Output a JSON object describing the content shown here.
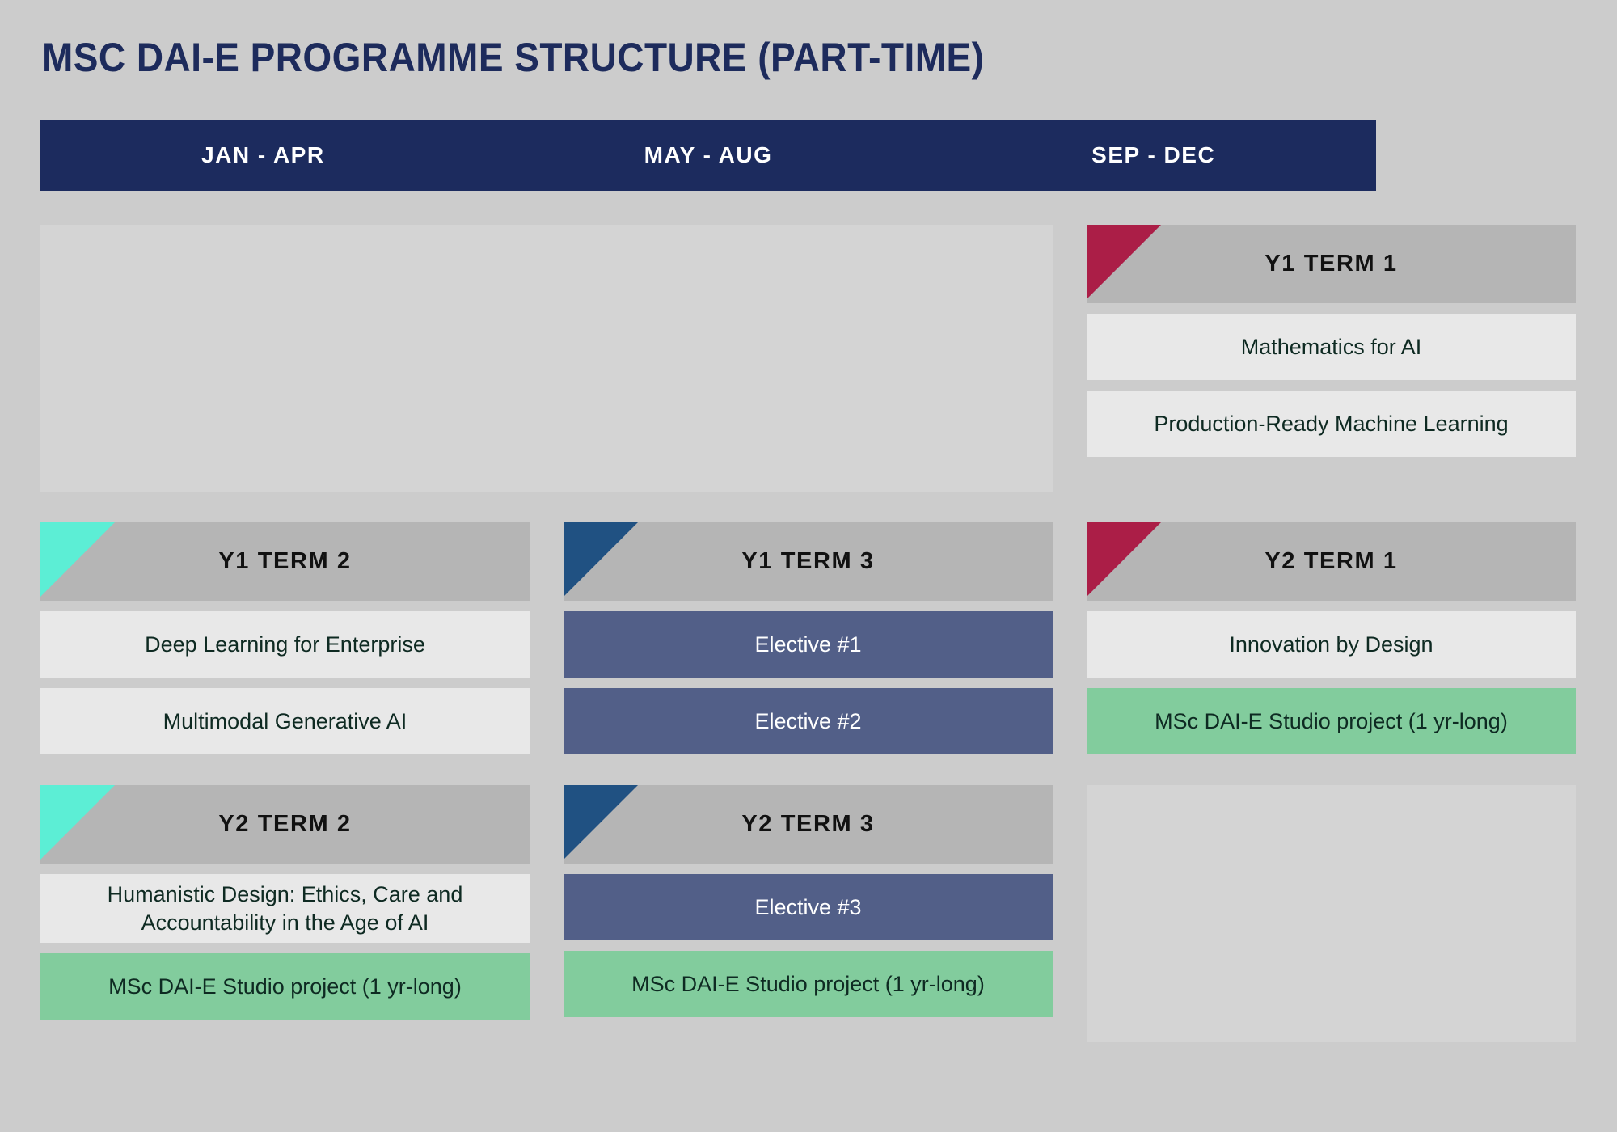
{
  "title": "MSC DAI-E PROGRAMME STRUCTURE (PART-TIME)",
  "colors": {
    "background": "#cccccc",
    "header_band": "#1c2b5e",
    "title_text": "#1d2b5c",
    "term_header": "#b5b5b5",
    "corner_crimson": "#ab1e47",
    "corner_teal": "#5ceed5",
    "corner_blue": "#205182",
    "card_module": "#e8e8e8",
    "card_elective": "#525f88",
    "card_studio": "#82cc9d",
    "empty_panel": "#d4d4d4"
  },
  "header": {
    "columns": [
      {
        "label": "JAN - APR"
      },
      {
        "label": "MAY - AUG"
      },
      {
        "label": "SEP - DEC"
      }
    ]
  },
  "rows": [
    {
      "cells": [
        {
          "kind": "empty-wide"
        },
        {
          "kind": "term",
          "term_label": "Y1 TERM 1",
          "corner": "crimson",
          "cards": [
            {
              "text": "Mathematics for AI",
              "type": "module"
            },
            {
              "text": "Production-Ready Machine Learning",
              "type": "module"
            }
          ]
        }
      ]
    },
    {
      "cells": [
        {
          "kind": "term",
          "term_label": "Y1 TERM 2",
          "corner": "teal",
          "cards": [
            {
              "text": "Deep Learning for Enterprise",
              "type": "module"
            },
            {
              "text": "Multimodal Generative AI",
              "type": "module"
            }
          ]
        },
        {
          "kind": "term",
          "term_label": "Y1 TERM 3",
          "corner": "blue",
          "cards": [
            {
              "text": "Elective #1",
              "type": "elective"
            },
            {
              "text": "Elective #2",
              "type": "elective"
            }
          ]
        },
        {
          "kind": "term",
          "term_label": "Y2 TERM 1",
          "corner": "crimson",
          "cards": [
            {
              "text": "Innovation by Design",
              "type": "module"
            },
            {
              "text": "MSc DAI-E Studio project (1 yr-long)",
              "type": "studio"
            }
          ]
        }
      ]
    },
    {
      "cells": [
        {
          "kind": "term",
          "term_label": "Y2 TERM 2",
          "corner": "teal",
          "cards": [
            {
              "text": "Humanistic Design: Ethics, Care and Accountability in the Age of AI",
              "type": "module"
            },
            {
              "text": "MSc DAI-E Studio project (1 yr-long)",
              "type": "studio"
            }
          ]
        },
        {
          "kind": "term",
          "term_label": "Y2 TERM 3",
          "corner": "blue",
          "cards": [
            {
              "text": "Elective #3",
              "type": "elective"
            },
            {
              "text": "MSc DAI-E Studio project (1 yr-long)",
              "type": "studio"
            }
          ]
        },
        {
          "kind": "empty-right"
        }
      ]
    }
  ]
}
